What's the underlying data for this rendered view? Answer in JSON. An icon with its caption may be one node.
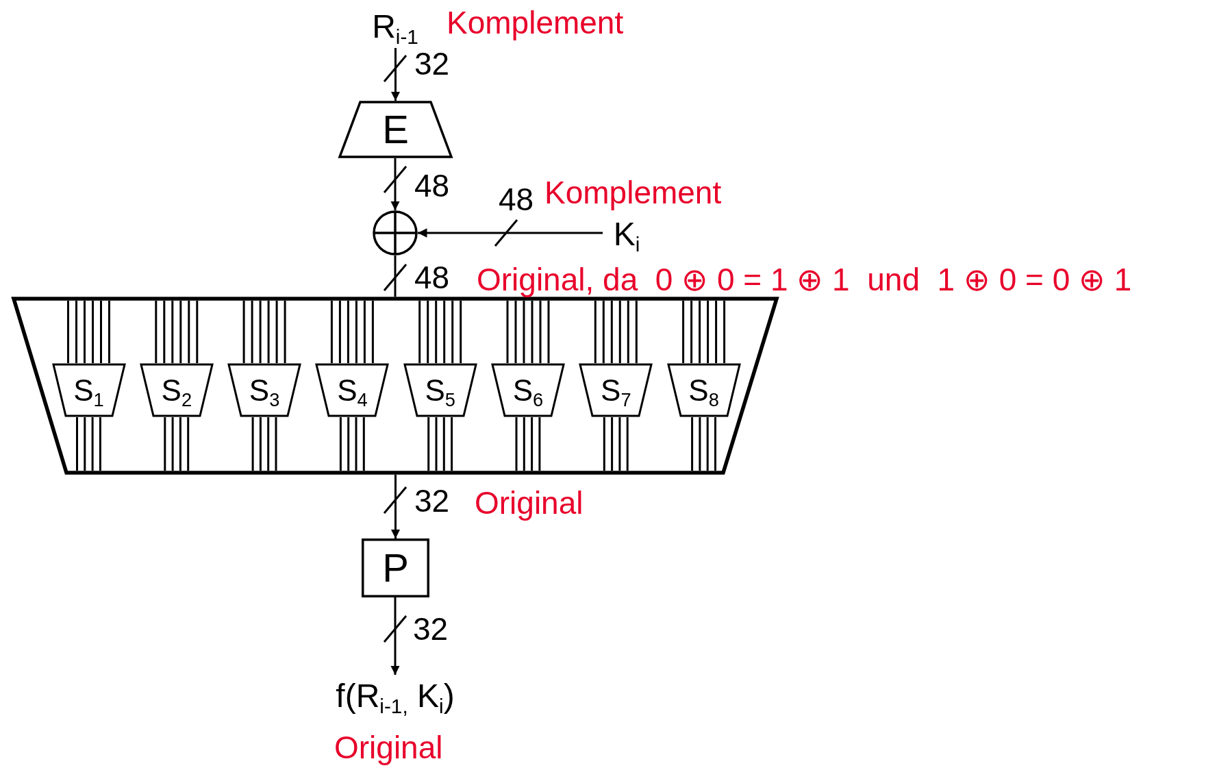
{
  "diagram": {
    "nodes": [
      {
        "text": [
          "R$_{i-1}$"
        ],
        "beside": [
          "Komplement"
        ]
      },
      {
        "text": [
          "E"
        ]
      },
      {
        "text": [],
        "shape": "circle"
      },
      {
        "text": [
          "K$_{i}$"
        ],
        "beside": [
          "Komplement"
        ]
      },
      {
        "text": [],
        "shape": "trapezoid"
      },
      {
        "text": [
          "S$_{1}$"
        ],
        "in": 4
      },
      {
        "text": [
          "S$_{2}$"
        ],
        "in": 4
      },
      {
        "text": [
          "S$_{3}$"
        ],
        "in": 4
      },
      {
        "text": [
          "S$_{4}$"
        ],
        "in": 4
      },
      {
        "text": [
          "S$_{5}$"
        ],
        "in": 4
      },
      {
        "text": [
          "S$_{6}$"
        ],
        "in": 4
      },
      {
        "text": [
          "S$_{7}$"
        ],
        "in": 4
      },
      {
        "text": [
          "S$_{8}$"
        ],
        "in": 4
      },
      {
        "text": [
          "P"
        ]
      },
      {
        "text": [
          "f(R$_{i-1,}$ K$_{i}$)"
        ],
        "beside": [
          "Original"
        ]
      }
    ],
    "edges": [
      {
        "from": 0,
        "to": 1,
        "arrow": "to",
        "label": "32"
      },
      {
        "from": 1,
        "to": 2,
        "arrow": "to",
        "label": "48"
      },
      {
        "from": 3,
        "to": 2,
        "arrow": "to",
        "label": "48"
      },
      {
        "from": 2,
        "to": 4,
        "arrow": "none",
        "label": "48"
      },
      {
        "from": 4,
        "to": 13,
        "arrow": "to",
        "label": "32"
      },
      {
        "from": 13,
        "to": 14,
        "arrow": "to",
        "label": "32"
      }
    ],
    "labels": [
      "Original, da  0 ⊕ 0 = 1 ⊕ 1  und  1 ⊕ 0 = 0 ⊕ 1",
      "Original"
    ]
  }
}
